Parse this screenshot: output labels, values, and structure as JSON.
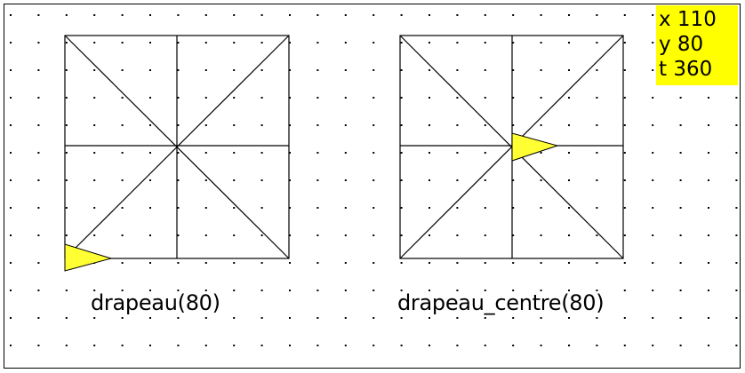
{
  "figures": [
    {
      "id": "drapeau",
      "caption": "drapeau(80)"
    },
    {
      "id": "drapeau_centre",
      "caption": "drapeau_centre(80)"
    }
  ],
  "status": {
    "x_label": "x 110",
    "y_label": "y 80",
    "t_label": "t 360"
  },
  "colors": {
    "turtle": "#ffff33",
    "status_bg": "#ffff00",
    "lines": "#000000",
    "grid_dots": "#000000"
  }
}
